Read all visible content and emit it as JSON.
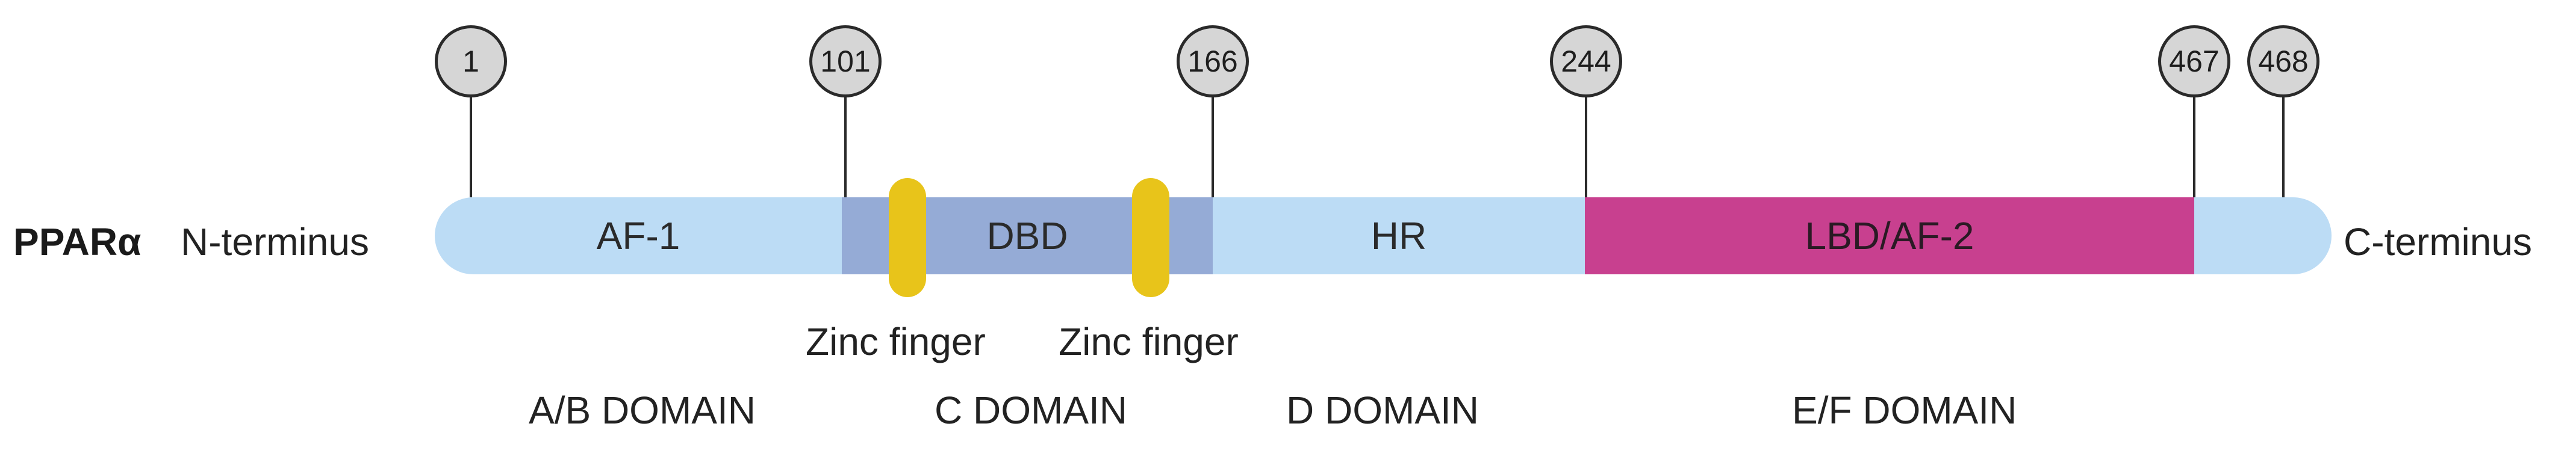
{
  "protein": "PPARα",
  "n_terminus": "N-terminus",
  "c_terminus": "C-terminus",
  "colors": {
    "backbone": "#bcdcf5",
    "dbd": "#95abd6",
    "lbd": "#c8408f",
    "zinc": "#e8c41a",
    "marker": "#d6d6d6"
  },
  "markers": [
    "1",
    "101",
    "166",
    "244",
    "467",
    "468"
  ],
  "segments": {
    "af1": "AF-1",
    "dbd": "DBD",
    "hr": "HR",
    "lbd": "LBD/AF-2"
  },
  "zinc_fingers": [
    "Zinc finger",
    "Zinc finger"
  ],
  "domains": [
    "A/B DOMAIN",
    "C DOMAIN",
    "D DOMAIN",
    "E/F DOMAIN"
  ]
}
